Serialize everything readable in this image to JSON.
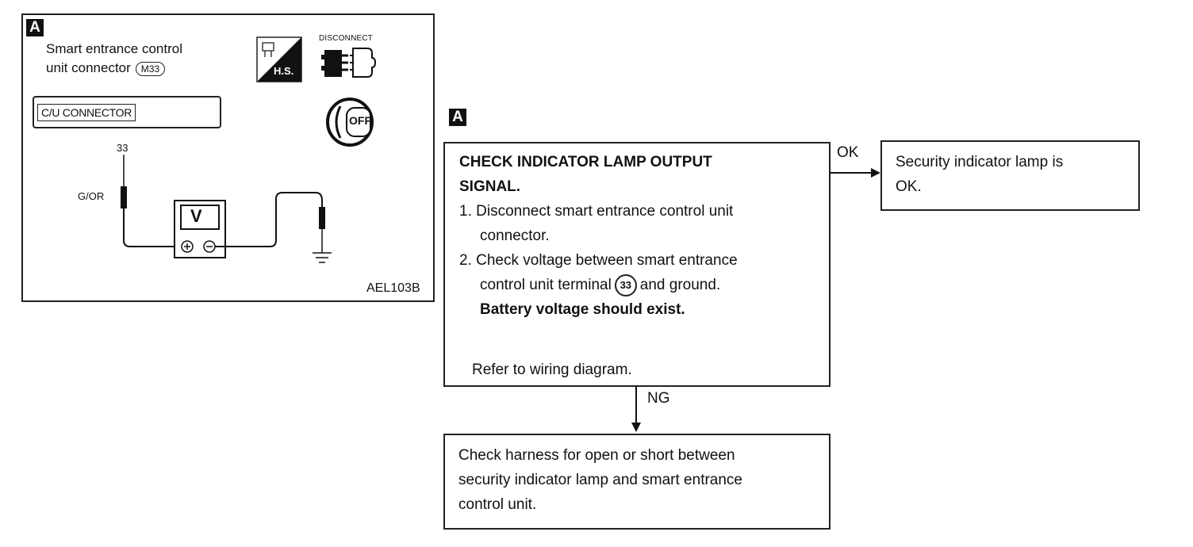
{
  "panel": {
    "tag": "A",
    "title_line1": "Smart entrance control",
    "title_line2": "unit connector",
    "connector_id": "M33",
    "hs_label": "H.S.",
    "disconnect_label": "DISCONNECT",
    "ignition_label": "OFF",
    "cu_connector_label": "C/U CONNECTOR",
    "terminal_number": "33",
    "wire_color": "G/OR",
    "meter_label": "V",
    "figure_code": "AEL103B"
  },
  "flow": {
    "tag": "A",
    "step": {
      "title_line1": "CHECK INDICATOR LAMP OUTPUT",
      "title_line2": "SIGNAL.",
      "item1_line1": "1. Disconnect smart entrance control unit",
      "item1_line2": "connector.",
      "item2_line1": "2. Check voltage between smart entrance",
      "item2_line2_pre": "control unit terminal",
      "item2_terminal": "33",
      "item2_line2_post": "and ground.",
      "item2_line3": "Battery voltage should exist.",
      "refer": "Refer to wiring diagram."
    },
    "ok_label": "OK",
    "ok_result_line1": "Security indicator lamp is",
    "ok_result_line2": "OK.",
    "ng_label": "NG",
    "ng_result_line1": "Check harness for open or short between",
    "ng_result_line2": "security indicator lamp and smart entrance",
    "ng_result_line3": "control unit."
  }
}
